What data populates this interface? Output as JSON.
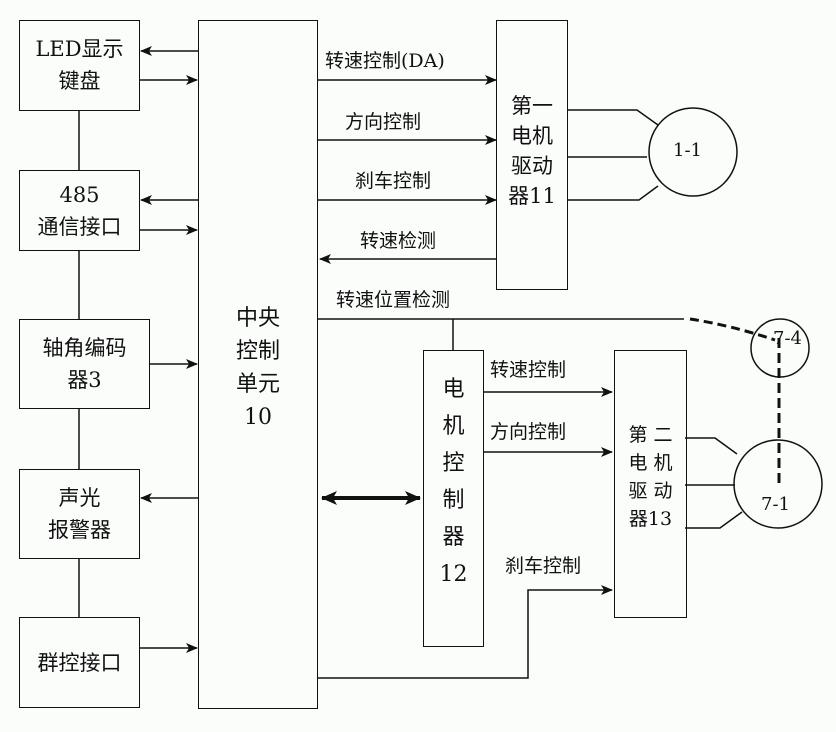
{
  "left_blocks": [
    {
      "id": "led",
      "lines": [
        "LED显示",
        "键盘"
      ]
    },
    {
      "id": "rs485",
      "lines": [
        "485",
        "通信接口"
      ]
    },
    {
      "id": "encoder",
      "lines": [
        "轴角编码",
        "器3"
      ]
    },
    {
      "id": "alarm",
      "lines": [
        "声光",
        "报警器"
      ]
    },
    {
      "id": "group",
      "lines": [
        "群控接口"
      ]
    }
  ],
  "central_unit": {
    "lines": [
      "中央",
      "控制",
      "单元",
      "10"
    ]
  },
  "driver1": {
    "lines": [
      "第一",
      "电机",
      "驱动",
      "器11"
    ]
  },
  "motor_controller": {
    "lines": [
      "电",
      "机",
      "控",
      "制",
      "器",
      "12"
    ]
  },
  "driver2": {
    "lines": [
      "第 二",
      "电 机",
      "驱 动",
      "器13"
    ]
  },
  "signals": {
    "speed_control_da": "转速控制(DA)",
    "direction_control_1": "方向控制",
    "brake_control_1": "刹车控制",
    "speed_detect": "转速检测",
    "speed_position_detect": "转速位置检测",
    "speed_control_2": "转速控制",
    "direction_control_2": "方向控制",
    "brake_control_2": "刹车控制"
  },
  "motors": {
    "m11": "1-1",
    "m74": "7-4",
    "m71": "7-1"
  }
}
